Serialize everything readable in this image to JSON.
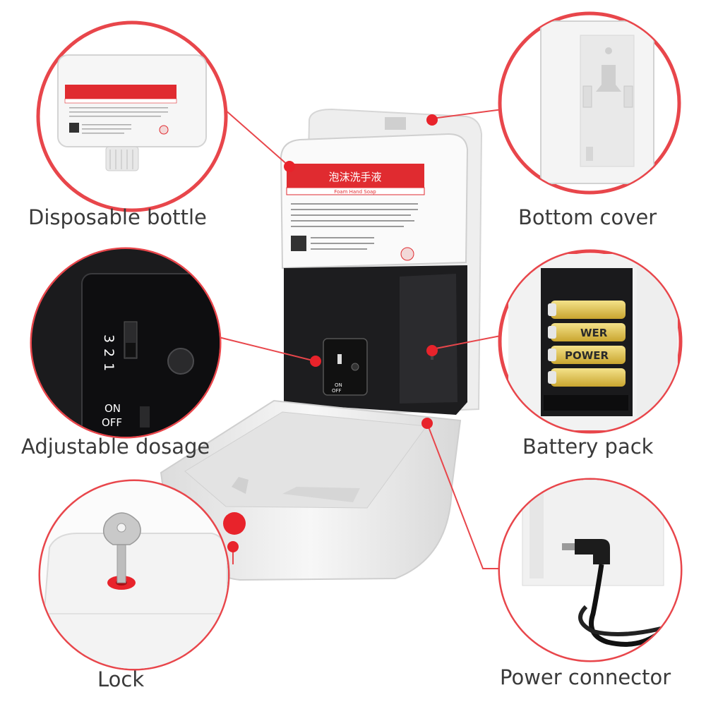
{
  "colors": {
    "accent_red": "#e8464b",
    "label_text": "#3a3a3a",
    "dispenser_white": "#f2f2f2",
    "window_black": "#1d1d1f"
  },
  "callouts": {
    "disposable_bottle": "Disposable bottle",
    "bottom_cover": "Bottom cover",
    "adjustable_dosage": "Adjustable dosage",
    "battery_pack": "Battery pack",
    "lock": "Lock",
    "power_connector": "Power connector"
  },
  "product": {
    "bottle_label_title": "泡沫洗手液",
    "bottle_label_subtitle": "Foam Hand Soap",
    "dosage_levels": [
      "3",
      "2",
      "1"
    ],
    "switch_on": "ON",
    "switch_off": "OFF",
    "battery_print_1": "WER",
    "battery_print_2": "POWER"
  },
  "icons": [
    "key-icon",
    "qr-code-icon",
    "dc-plug-icon",
    "battery-icon"
  ]
}
